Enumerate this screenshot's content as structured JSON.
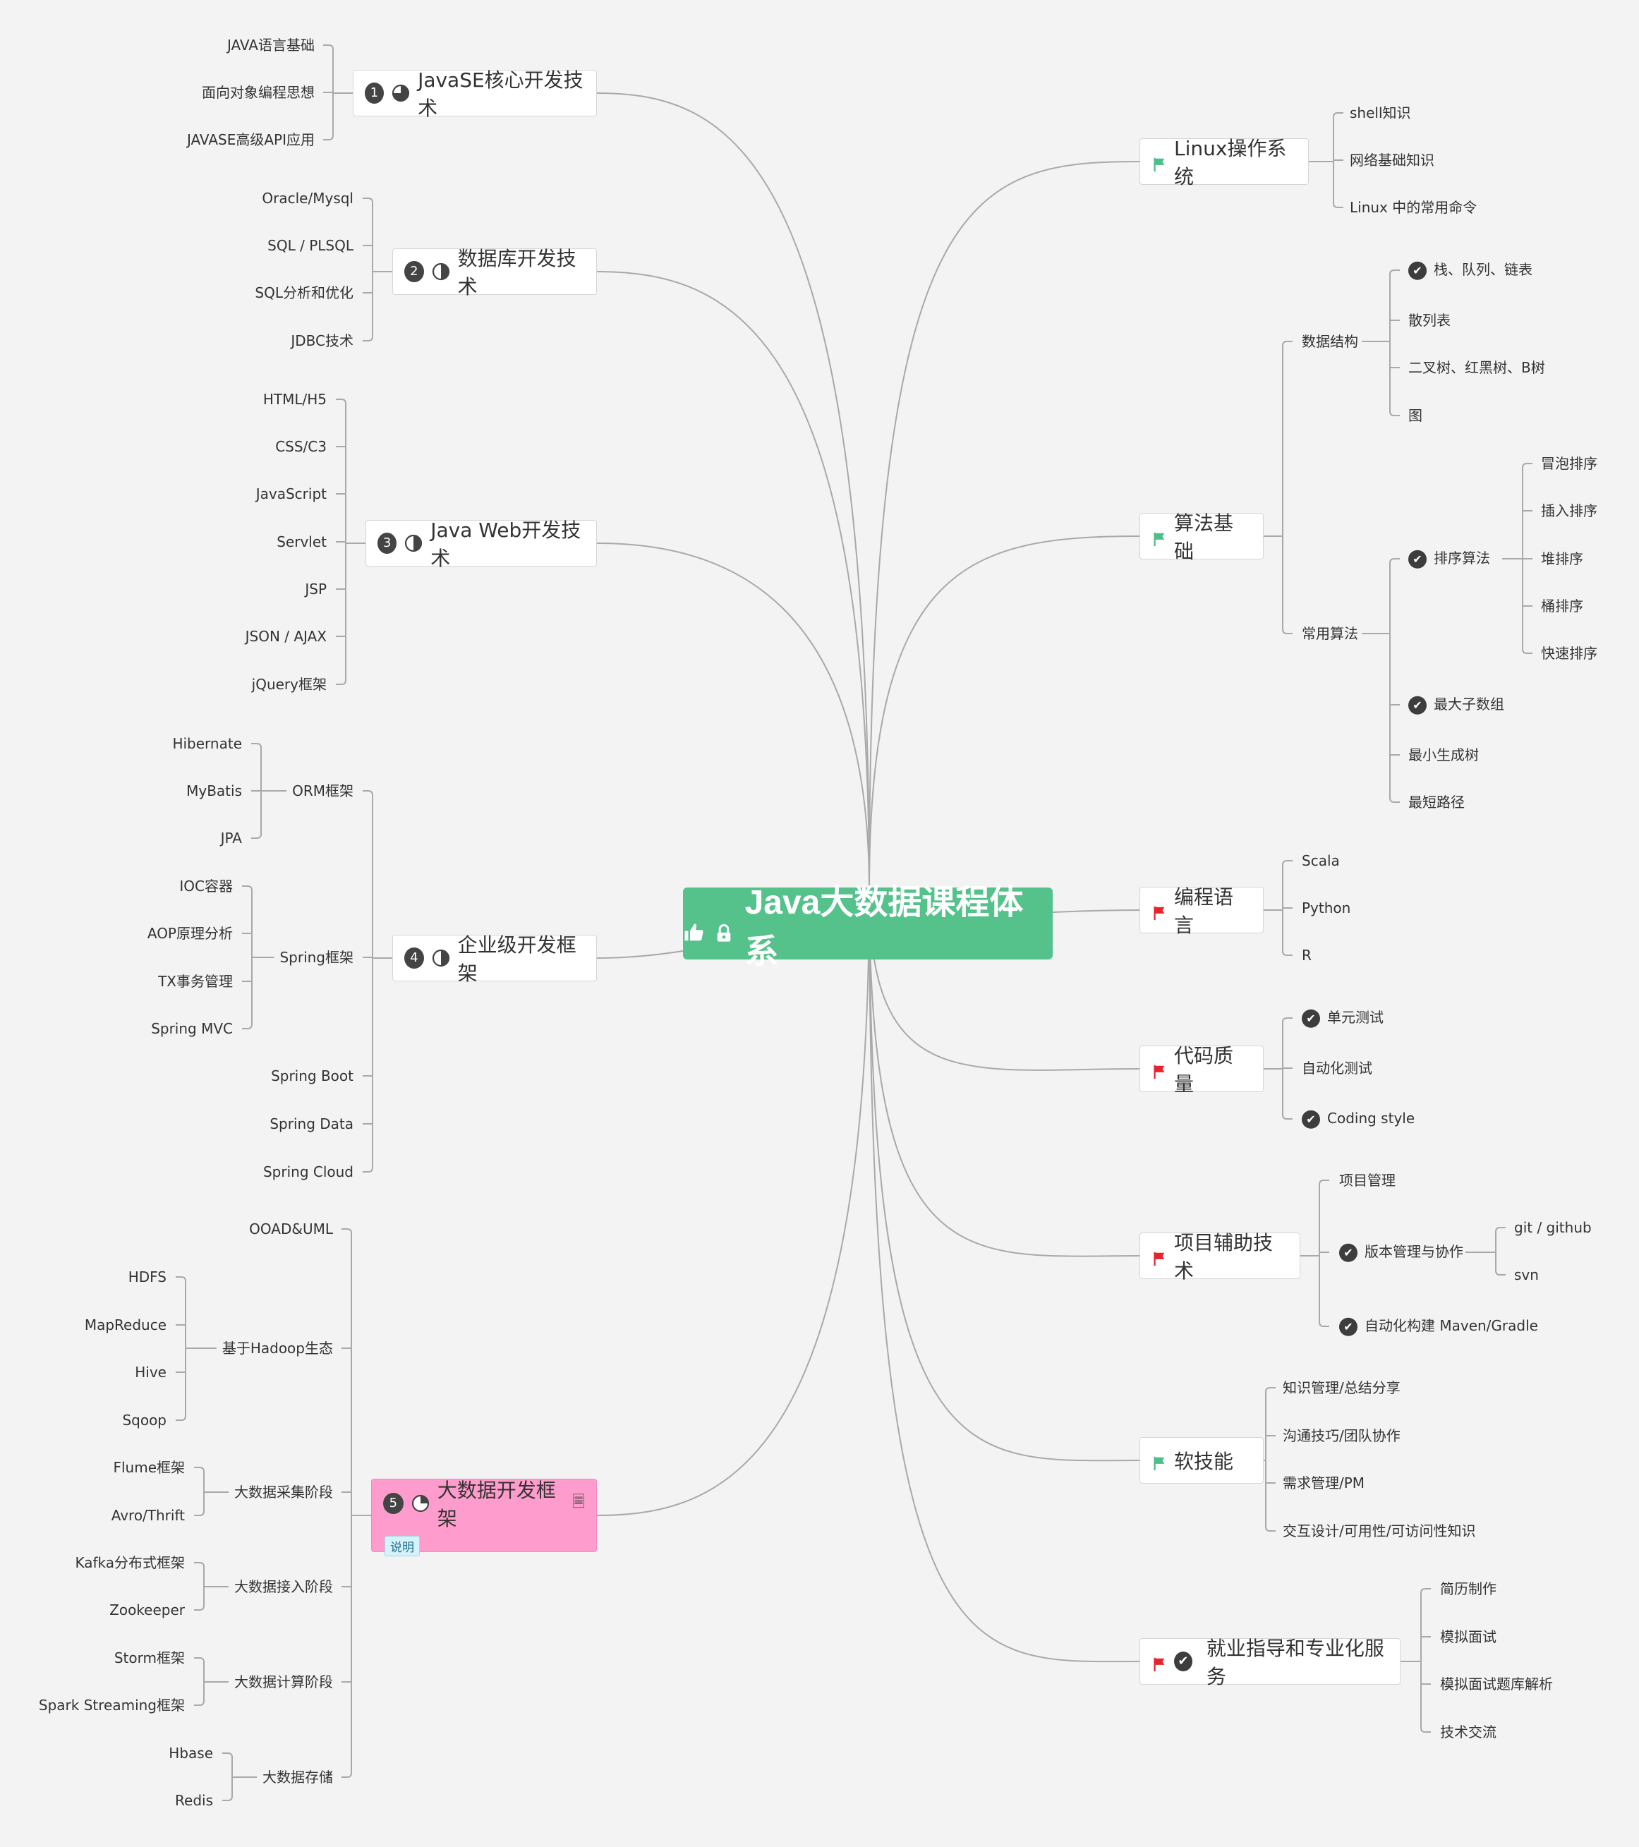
{
  "central": {
    "title": "Java大数据课程体系",
    "icons": [
      "thumbs-up-icon",
      "lock-icon"
    ]
  },
  "left_topics": [
    {
      "number": "1",
      "progress": 0.75,
      "label": "JavaSE核心开发技术",
      "children": [
        {
          "label": "JAVA语言基础"
        },
        {
          "label": "面向对象编程思想"
        },
        {
          "label": "JAVASE高级API应用"
        }
      ]
    },
    {
      "number": "2",
      "progress": 0.5,
      "label": "数据库开发技术",
      "children": [
        {
          "label": "Oracle/Mysql"
        },
        {
          "label": "SQL / PLSQL"
        },
        {
          "label": "SQL分析和优化"
        },
        {
          "label": "JDBC技术"
        }
      ]
    },
    {
      "number": "3",
      "progress": 0.5,
      "label": "Java Web开发技术",
      "children": [
        {
          "label": "HTML/H5"
        },
        {
          "label": "CSS/C3"
        },
        {
          "label": "JavaScript"
        },
        {
          "label": "Servlet"
        },
        {
          "label": "JSP"
        },
        {
          "label": "JSON / AJAX"
        },
        {
          "label": "jQuery框架"
        }
      ]
    },
    {
      "number": "4",
      "progress": 0.5,
      "label": "企业级开发框架",
      "children": [
        {
          "label": "ORM框架",
          "children": [
            {
              "label": "Hibernate"
            },
            {
              "label": "MyBatis"
            },
            {
              "label": "JPA"
            }
          ]
        },
        {
          "label": "Spring框架",
          "children": [
            {
              "label": "IOC容器"
            },
            {
              "label": "AOP原理分析"
            },
            {
              "label": "TX事务管理"
            },
            {
              "label": "Spring MVC"
            }
          ]
        },
        {
          "label": "Spring Boot"
        },
        {
          "label": "Spring Data"
        },
        {
          "label": "Spring Cloud"
        }
      ]
    },
    {
      "number": "5",
      "progress": 0.25,
      "label": "大数据开发框架",
      "note": "说明",
      "highlight": "#fe9ccd",
      "children": [
        {
          "label": "OOAD&UML"
        },
        {
          "label": "基于Hadoop生态",
          "children": [
            {
              "label": "HDFS"
            },
            {
              "label": "MapReduce"
            },
            {
              "label": "Hive"
            },
            {
              "label": "Sqoop"
            }
          ]
        },
        {
          "label": "大数据采集阶段",
          "children": [
            {
              "label": "Flume框架"
            },
            {
              "label": "Avro/Thrift"
            }
          ]
        },
        {
          "label": "大数据接入阶段",
          "children": [
            {
              "label": "Kafka分布式框架"
            },
            {
              "label": "Zookeeper"
            }
          ]
        },
        {
          "label": "大数据计算阶段",
          "children": [
            {
              "label": "Storm框架"
            },
            {
              "label": "Spark Streaming框架"
            }
          ]
        },
        {
          "label": "大数据存储",
          "children": [
            {
              "label": "Hbase"
            },
            {
              "label": "Redis"
            }
          ]
        }
      ]
    }
  ],
  "right_topics": [
    {
      "flag": "green",
      "label": "Linux操作系统",
      "children": [
        {
          "label": "shell知识"
        },
        {
          "label": "网络基础知识"
        },
        {
          "label": "Linux 中的常用命令"
        }
      ]
    },
    {
      "flag": "green",
      "label": "算法基础",
      "children": [
        {
          "label": "数据结构",
          "children": [
            {
              "label": "栈、队列、链表",
              "check": true
            },
            {
              "label": "散列表"
            },
            {
              "label": "二叉树、红黑树、B树"
            },
            {
              "label": "图"
            }
          ]
        },
        {
          "label": "常用算法",
          "children": [
            {
              "label": "排序算法",
              "check": true,
              "children": [
                {
                  "label": "冒泡排序"
                },
                {
                  "label": "插入排序"
                },
                {
                  "label": "堆排序"
                },
                {
                  "label": "桶排序"
                },
                {
                  "label": "快速排序"
                }
              ]
            },
            {
              "label": "最大子数组",
              "check": true
            },
            {
              "label": "最小生成树"
            },
            {
              "label": "最短路径"
            }
          ]
        }
      ]
    },
    {
      "flag": "red",
      "label": "编程语言",
      "children": [
        {
          "label": "Scala"
        },
        {
          "label": "Python"
        },
        {
          "label": "R"
        }
      ]
    },
    {
      "flag": "red",
      "label": "代码质量",
      "children": [
        {
          "label": "单元测试",
          "check": true
        },
        {
          "label": "自动化测试"
        },
        {
          "label": "Coding style",
          "check": true
        }
      ]
    },
    {
      "flag": "red",
      "label": "项目辅助技术",
      "children": [
        {
          "label": "项目管理"
        },
        {
          "label": "版本管理与协作",
          "check": true,
          "children": [
            {
              "label": "git / github"
            },
            {
              "label": "svn"
            }
          ]
        },
        {
          "label": "自动化构建 Maven/Gradle",
          "check": true
        }
      ]
    },
    {
      "flag": "green",
      "label": "软技能",
      "children": [
        {
          "label": "知识管理/总结分享"
        },
        {
          "label": "沟通技巧/团队协作"
        },
        {
          "label": "需求管理/PM"
        },
        {
          "label": "交互设计/可用性/可访问性知识"
        }
      ]
    },
    {
      "flag": "red",
      "check": true,
      "label": "就业指导和专业化服务",
      "children": [
        {
          "label": "简历制作"
        },
        {
          "label": "模拟面试"
        },
        {
          "label": "模拟面试题库解析"
        },
        {
          "label": "技术交流"
        }
      ]
    }
  ],
  "colors": {
    "central": "#55c28c",
    "flag_green": "#4cbf87",
    "flag_red": "#e8232e",
    "line": "#a9a9a9",
    "highlight": "#fe9ccd"
  }
}
